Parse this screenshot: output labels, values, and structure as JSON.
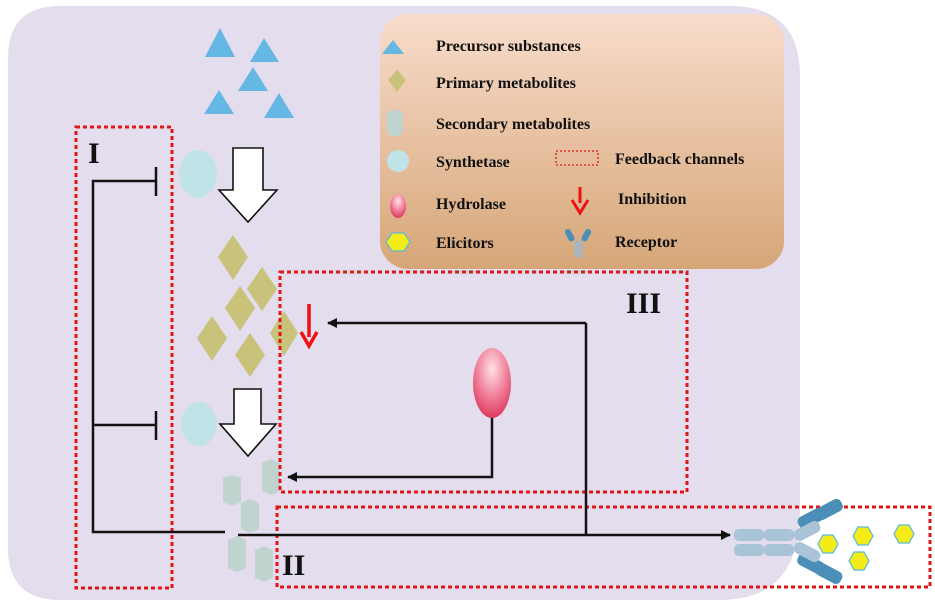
{
  "legend": {
    "precursor": "Precursor substances",
    "primary": "Primary metabolites",
    "secondary": "Secondary metabolites",
    "synthetase": "Synthetase",
    "feedback": "Feedback channels",
    "hydrolase": "Hydrolase",
    "inhibition": "Inhibition",
    "elicitors": "Elicitors",
    "receptor": "Receptor"
  },
  "labels": {
    "channel_1": "I",
    "channel_2": "II",
    "channel_3": "III"
  },
  "colors": {
    "cell": "#e4dded",
    "legend_top": "#f7d7c2",
    "legend_bottom": "#d7a77b",
    "precursor": "#66b8e4",
    "primary": "#c8c27a",
    "secondary": "#bfd4cf",
    "synthetase": "#bfe3e6",
    "hydrolase": "#e2486a",
    "elicitor": "#f4ec18",
    "receptor": "#4b8fb8",
    "feedback": "#e01616",
    "inhibition": "#ee1111"
  }
}
